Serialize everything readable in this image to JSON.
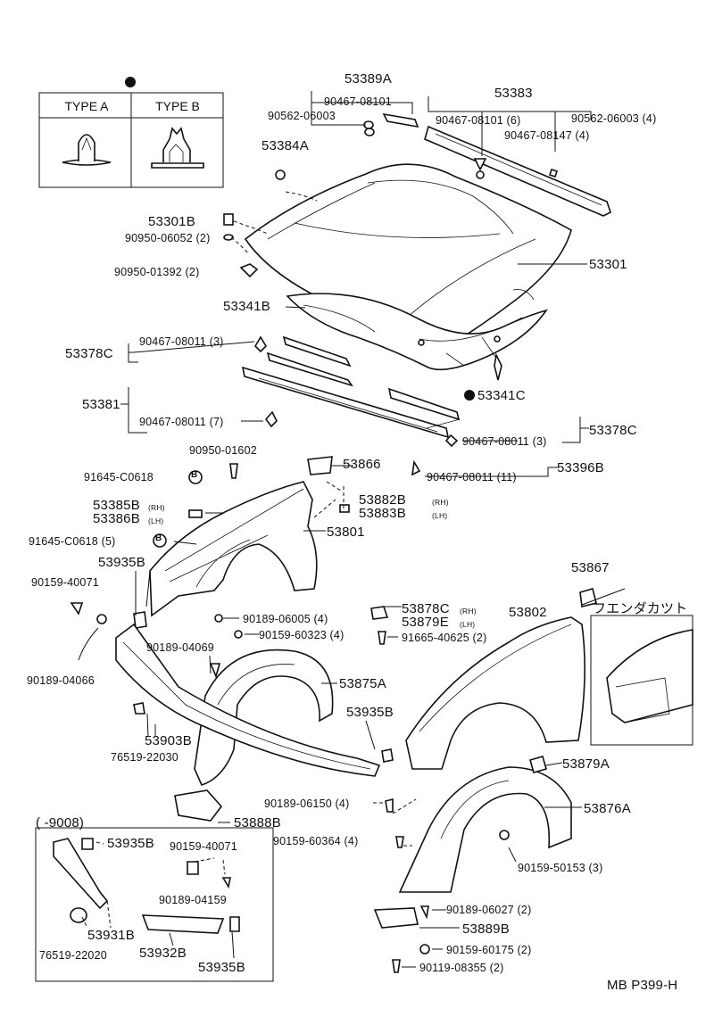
{
  "legend": {
    "type_a": "TYPE A",
    "type_b": "TYPE B"
  },
  "labels": {
    "p53389a": "53389A",
    "p90467_08101_a": "90467-08101",
    "p90562_06003_a": "90562-06003",
    "p53383": "53383",
    "p90467_08101_6": "90467-08101 (6)",
    "p90562_06003_4": "90562-06003 (4)",
    "p90467_08147_4": "90467-08147 (4)",
    "p53384a": "53384A",
    "p53301b": "53301B",
    "p90950_06052": "90950-06052 (2)",
    "p90950_01392": "90950-01392 (2)",
    "p53301": "53301",
    "p53341b": "53341B",
    "p53378c_l": "53378C",
    "p90467_08011_3a": "90467-08011 (3)",
    "p53341c": "53341C",
    "p53381": "53381",
    "p90467_08011_7": "90467-08011 (7)",
    "p90467_08011_3b": "90467-08011 (3)",
    "p53378c_r": "53378C",
    "p90950_01602": "90950-01602",
    "p91645_c0618": "91645-C0618",
    "p53866": "53866",
    "p90467_08011_11": "90467-08011 (11)",
    "p53396b": "53396B",
    "p53385b": "53385B",
    "p53385b_rh": "(RH)",
    "p53386b": "53386B",
    "p53386b_lh": "(LH)",
    "p53882b": "53882B",
    "p53882b_rh": "(RH)",
    "p53883b": "53883B",
    "p53883b_lh": "(LH)",
    "p91645_c0618_5": "91645-C0618 (5)",
    "p53801": "53801",
    "p53935b_a": "53935B",
    "p53867": "53867",
    "p90159_40071_a": "90159-40071",
    "p53878c": "53878C",
    "p53878c_rh": "(RH)",
    "p53879e": "53879E",
    "p53879e_lh": "(LH)",
    "p53802": "53802",
    "fender_cut": "フエンダカツト",
    "p90189_06005": "90189-06005 (4)",
    "p90159_60323": "90159-60323 (4)",
    "p91665_40625": "91665-40625 (2)",
    "p90189_04069": "90189-04069",
    "p90189_04066": "90189-04066",
    "p53875a": "53875A",
    "p53935b_b": "53935B",
    "p53903b": "53903B",
    "p76519_22030": "76519-22030",
    "p53879a": "53879A",
    "p90189_06150": "90189-06150 (4)",
    "p53876a": "53876A",
    "p53888b": "53888B",
    "p90159_60364": "90159-60364 (4)",
    "p90159_50153": "90159-50153 (3)",
    "inset_range": "(      -9008)",
    "p53935b_c": "53935B",
    "p90159_40071_b": "90159-40071",
    "p90189_04159": "90189-04159",
    "p90189_06027": "90189-06027 (2)",
    "p53889b": "53889B",
    "p90159_60175": "90159-60175 (2)",
    "p53931b": "53931B",
    "p76519_22020": "76519-22020",
    "p53932b": "53932B",
    "p53935b_d": "53935B",
    "p90119_08355": "90119-08355 (2)",
    "footer_code": "MB  P399-H"
  },
  "markers": {
    "b": "B"
  }
}
